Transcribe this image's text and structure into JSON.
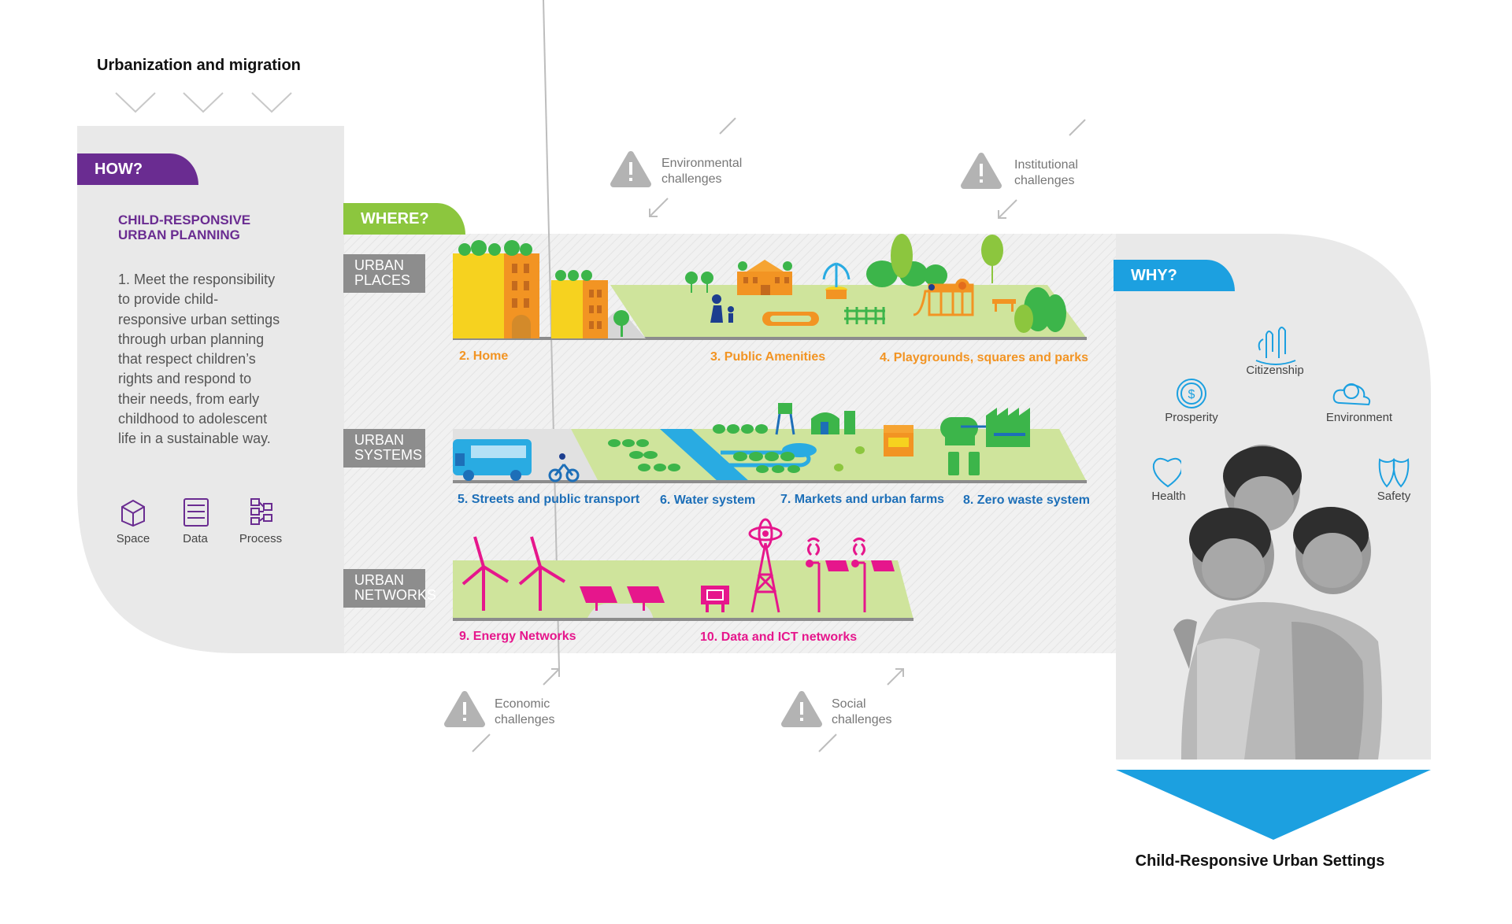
{
  "top_title": "Urbanization and migration",
  "bottom_title": "Child-Responsive Urban Settings",
  "how": {
    "tab": "HOW?",
    "heading_line1": "CHILD-RESPONSIVE",
    "heading_line2": "URBAN PLANNING",
    "body_lines": [
      "1. Meet the responsibility",
      "to provide child-",
      "responsive urban settings",
      "through urban planning",
      "that respect children’s",
      "rights and respond to",
      "their needs, from early",
      "childhood to adolescent",
      "life in a sustainable way."
    ],
    "tools": [
      {
        "label": "Space",
        "icon": "cube-icon"
      },
      {
        "label": "Data",
        "icon": "data-sheet-icon"
      },
      {
        "label": "Process",
        "icon": "flowchart-icon"
      }
    ]
  },
  "where": {
    "tab": "WHERE?",
    "categories": [
      {
        "line1": "URBAN",
        "line2": "PLACES"
      },
      {
        "line1": "URBAN",
        "line2": "SYSTEMS"
      },
      {
        "line1": "URBAN",
        "line2": "NETWORKS"
      }
    ],
    "items": {
      "home": "2. Home",
      "public_amenities": "3. Public Amenities",
      "playgrounds": "4. Playgrounds, squares and parks",
      "streets": "5. Streets and public transport",
      "water": "6. Water system",
      "markets": "7. Markets and urban farms",
      "zero_waste": "8. Zero waste system",
      "energy": "9. Energy Networks",
      "ict": "10. Data and ICT networks"
    }
  },
  "challenges": {
    "environmental": {
      "line1": "Environmental",
      "line2": "challenges"
    },
    "institutional": {
      "line1": "Institutional",
      "line2": "challenges"
    },
    "economic": {
      "line1": "Economic",
      "line2": "challenges"
    },
    "social": {
      "line1": "Social",
      "line2": "challenges"
    }
  },
  "why": {
    "tab": "WHY?",
    "citizenship": "Citizenship",
    "prosperity": "Prosperity",
    "environment": "Environment",
    "health": "Health",
    "safety": "Safety"
  },
  "colors": {
    "how": "#6a2c91",
    "where": "#8cc63e",
    "why": "#1ca0e0",
    "places": "#f29423",
    "systems": "#1d6fb8",
    "networks": "#e6168c",
    "panel": "#e9e9e9"
  }
}
